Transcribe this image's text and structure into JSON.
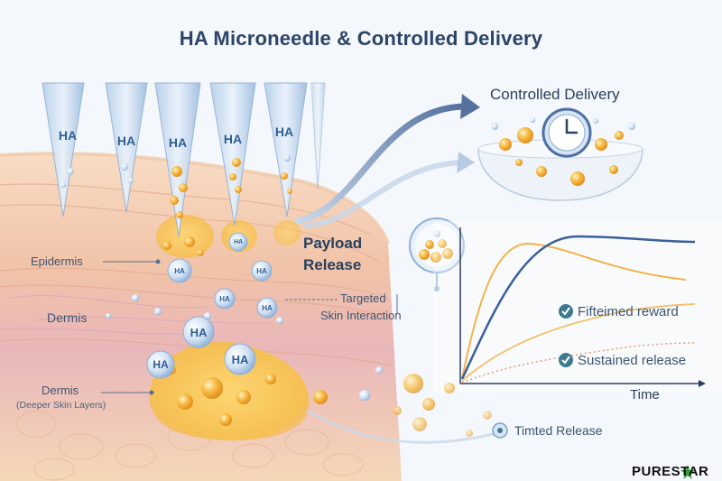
{
  "title": "HA Microneedle & Controlled Delivery",
  "controlled_delivery_title": "Controlled Delivery",
  "payload_release": [
    "Payload",
    "Release"
  ],
  "needle_labels": [
    "HA",
    "HA",
    "HA",
    "HA",
    "HA"
  ],
  "skin_layers": {
    "epidermis": "Epidermis",
    "dermis": "Dermis",
    "deep_dermis": "Dermis",
    "deep_dermis_sub": "(Deeper Skin Layers)"
  },
  "targeted": [
    "Targeted",
    "Skin Interaction"
  ],
  "ha_molecules": [
    "HA",
    "HA",
    "HA",
    "HA",
    "HA",
    "HA",
    "HA",
    "HA"
  ],
  "graph": {
    "x_label": "Time",
    "legend": [
      "Fifteimed reward",
      "Sustained release"
    ]
  },
  "timed_release": "Timted Release",
  "logo": "PURESTAR",
  "colors": {
    "title": "#2c4466",
    "blue_curve": "#3a5f9c",
    "orange_curve": "#f3b34a",
    "skin": "#f3c9a6",
    "ha_gel": "#f6c14c"
  }
}
